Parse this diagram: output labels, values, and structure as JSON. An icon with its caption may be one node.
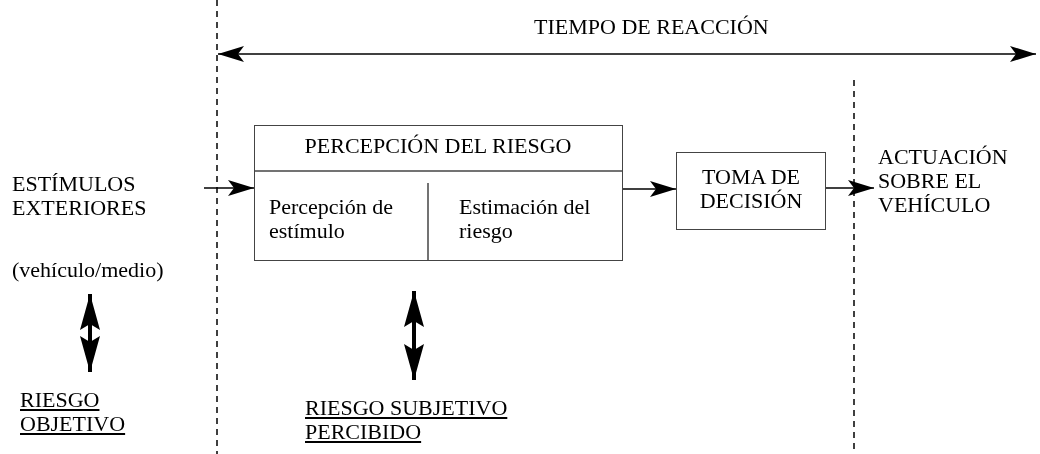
{
  "diagram": {
    "nodes": [
      {
        "text": [
          "ESTÍMULOS EXTERIORES",
          "(vehículo/medio)"
        ]
      },
      {
        "text": [
          "PERCEPCIÓN DEL RIESGO"
        ]
      },
      {
        "text": [
          "Percepción de estímulo"
        ],
        "in": 1
      },
      {
        "text": [
          "Estimación del riesgo"
        ],
        "in": 1
      },
      {
        "text": [
          "TOMA DE DECISIÓN"
        ]
      },
      {
        "text": [
          "ACTUACIÓN SOBRE EL VEHÍCULO"
        ]
      },
      {
        "text": [
          "RIESGO OBJETIVO"
        ]
      },
      {
        "text": [
          "RIESGO SUBJETIVO PERCIBIDO"
        ]
      }
    ],
    "edges": [
      {
        "from": 0,
        "to": 1,
        "arrow": "to"
      },
      {
        "from": 1,
        "to": 4,
        "arrow": "to"
      },
      {
        "from": 4,
        "to": 5,
        "arrow": "to"
      },
      {
        "from": 0,
        "to": 6,
        "arrow": "both",
        "style": "thick"
      },
      {
        "from": 1,
        "to": 7,
        "arrow": "both",
        "style": "thick"
      }
    ],
    "labels": [
      "TIEMPO DE REACCIÓN"
    ]
  }
}
